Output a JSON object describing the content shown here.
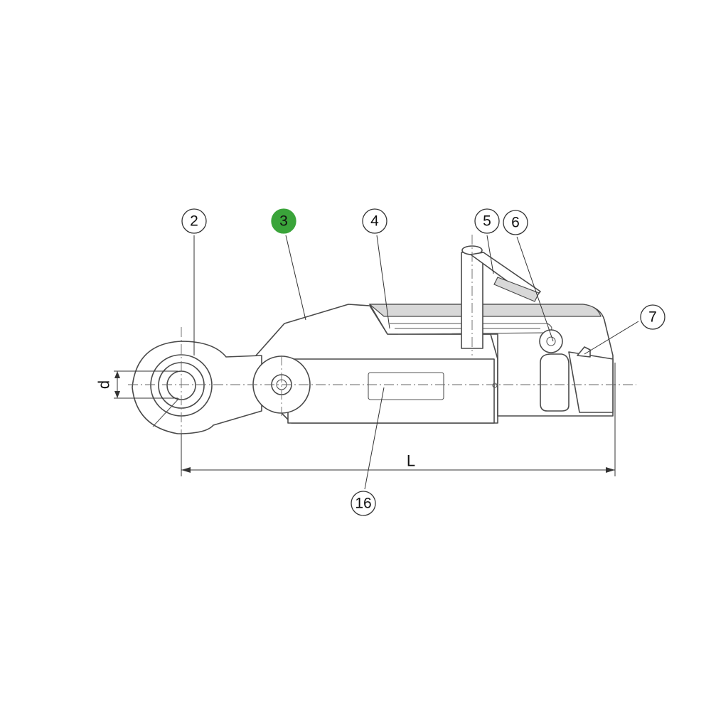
{
  "highlight_color": "#3aa43a",
  "callouts": [
    {
      "label": "2",
      "name": "callout-2",
      "active": false
    },
    {
      "label": "3",
      "name": "callout-3",
      "active": true
    },
    {
      "label": "4",
      "name": "callout-4",
      "active": false
    },
    {
      "label": "5",
      "name": "callout-5",
      "active": false
    },
    {
      "label": "6",
      "name": "callout-6",
      "active": false
    },
    {
      "label": "7",
      "name": "callout-7",
      "active": false
    },
    {
      "label": "16",
      "name": "callout-16",
      "active": false
    }
  ],
  "dimensions": {
    "diameter_label": "d",
    "length_label": "L"
  }
}
